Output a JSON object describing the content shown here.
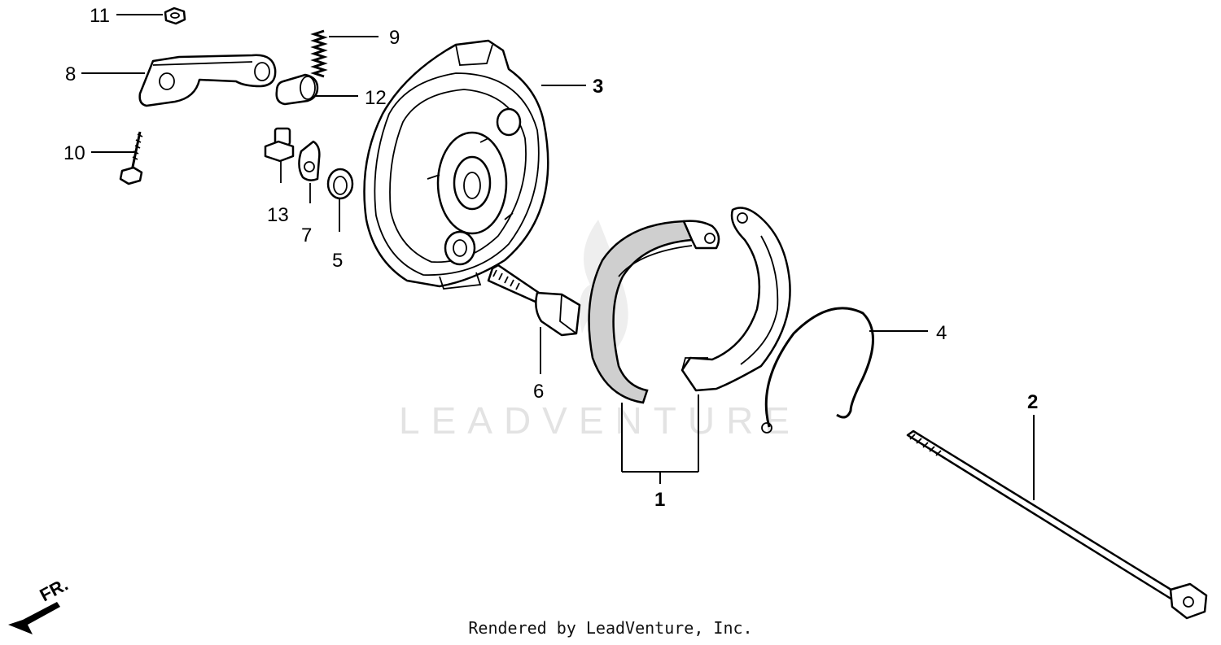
{
  "watermark": "LEADVENTURE",
  "footer": "Rendered by LeadVenture, Inc.",
  "direction_label": "FR.",
  "callouts": {
    "p1": "1",
    "p2": "2",
    "p3": "3",
    "p4": "4",
    "p5": "5",
    "p6": "6",
    "p7": "7",
    "p8": "8",
    "p9": "9",
    "p10": "10",
    "p11": "11",
    "p12": "12",
    "p13": "13"
  }
}
